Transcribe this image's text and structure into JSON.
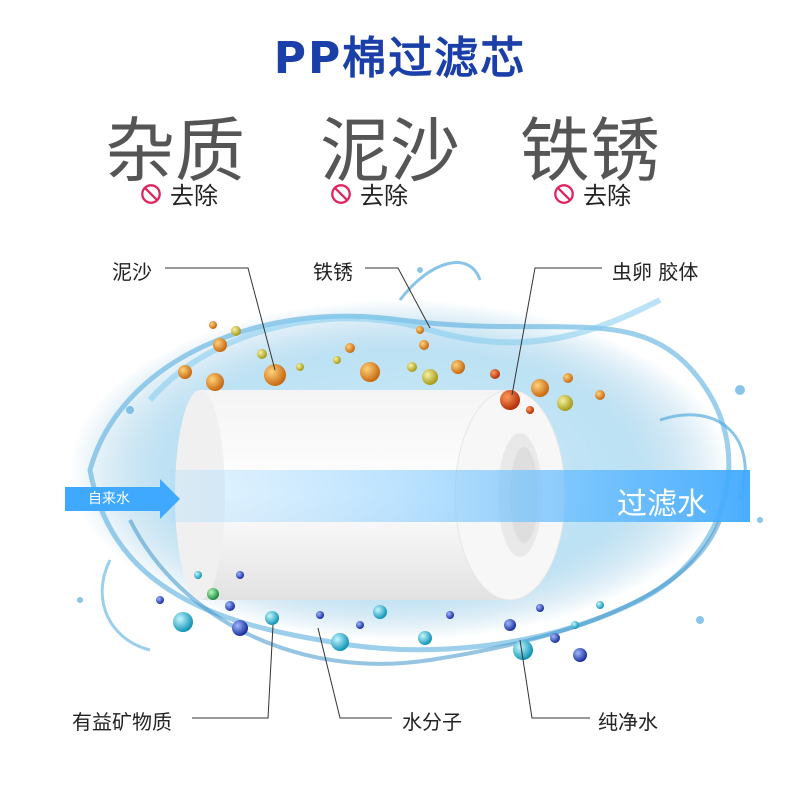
{
  "title": "PP棉过滤芯",
  "headline": [
    {
      "word": "杂质",
      "action": "去除"
    },
    {
      "word": "泥沙",
      "action": "去除"
    },
    {
      "word": "铁锈",
      "action": "去除"
    }
  ],
  "labels": {
    "top_left": "泥沙",
    "top_mid": "铁锈",
    "top_right": "虫卵 胶体",
    "bottom_left": "有益矿物质",
    "bottom_mid": "水分子",
    "bottom_right": "纯净水"
  },
  "flow": {
    "inlet": "自来水",
    "outlet": "过滤水"
  },
  "colors": {
    "title": "#1a3fa8",
    "no_symbol": "#e0245e",
    "water": "#3aa0d8",
    "arrow": "#5bb6ff"
  },
  "icons": {
    "remove": "no-entry-icon"
  }
}
